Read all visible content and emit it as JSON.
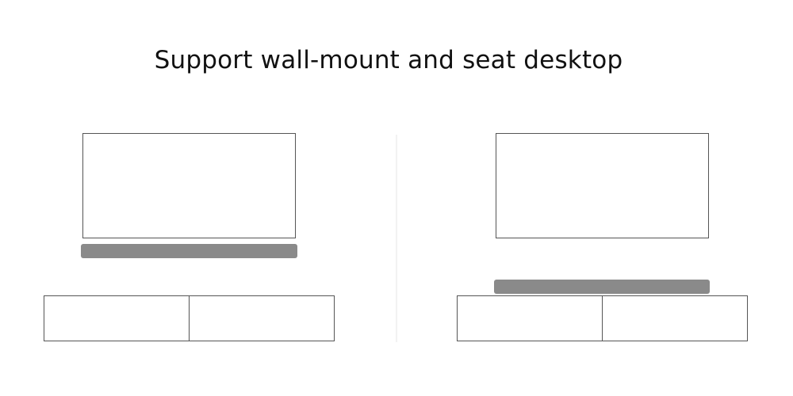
{
  "title": "Support wall-mount and seat desktop",
  "colors": {
    "background": "#ffffff",
    "outline": "#555555",
    "soundbar": "#8a8a8a",
    "divider": "#e4e4e4",
    "text": "#111111"
  },
  "scenes": [
    {
      "id": "wall-mount",
      "soundbar_position": "below-tv"
    },
    {
      "id": "seat-desktop",
      "soundbar_position": "on-cabinet"
    }
  ]
}
